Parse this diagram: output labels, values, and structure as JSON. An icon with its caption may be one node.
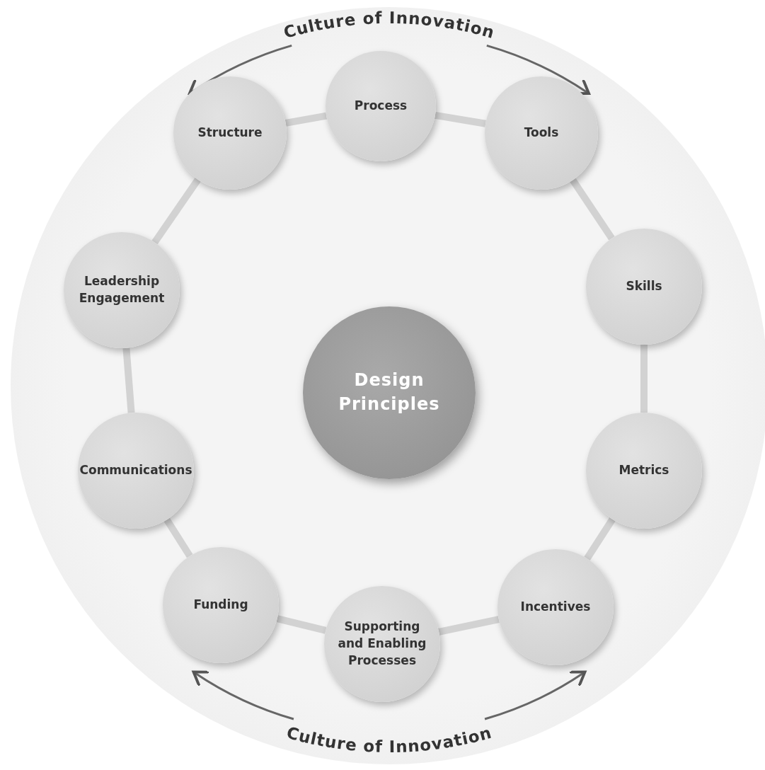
{
  "diagram": {
    "nodes": [
      {
        "text": [
          "Culture of Innovation",
          "Culture of Innovation"
        ]
      },
      {
        "text": [
          "Process"
        ],
        "in": 0
      },
      {
        "text": [
          "Structure"
        ],
        "in": 0
      },
      {
        "text": [
          "Tools"
        ],
        "in": 0
      },
      {
        "text": [
          "Leadership Engagement"
        ],
        "in": 0
      },
      {
        "text": [
          "Skills"
        ],
        "in": 0
      },
      {
        "text": [
          "Design Principles"
        ],
        "in": 0
      },
      {
        "text": [
          "Communications"
        ],
        "in": 0
      },
      {
        "text": [
          "Metrics"
        ],
        "in": 0
      },
      {
        "text": [
          "Funding"
        ],
        "in": 0
      },
      {
        "text": [
          "Incentives"
        ],
        "in": 0
      },
      {
        "text": [
          "Supporting and Enabling Processes"
        ],
        "in": 0
      }
    ],
    "edges": [
      {
        "from": 1,
        "to": 3,
        "arrow": "none"
      },
      {
        "from": 3,
        "to": 5,
        "arrow": "none"
      },
      {
        "from": 5,
        "to": 8,
        "arrow": "none"
      },
      {
        "from": 8,
        "to": 10,
        "arrow": "none"
      },
      {
        "from": 10,
        "to": 11,
        "arrow": "none"
      },
      {
        "from": 11,
        "to": 9,
        "arrow": "none"
      },
      {
        "from": 9,
        "to": 7,
        "arrow": "none"
      },
      {
        "from": 7,
        "to": 4,
        "arrow": "none"
      },
      {
        "from": 4,
        "to": 2,
        "arrow": "none"
      },
      {
        "from": 2,
        "to": 1,
        "arrow": "none"
      }
    ]
  }
}
